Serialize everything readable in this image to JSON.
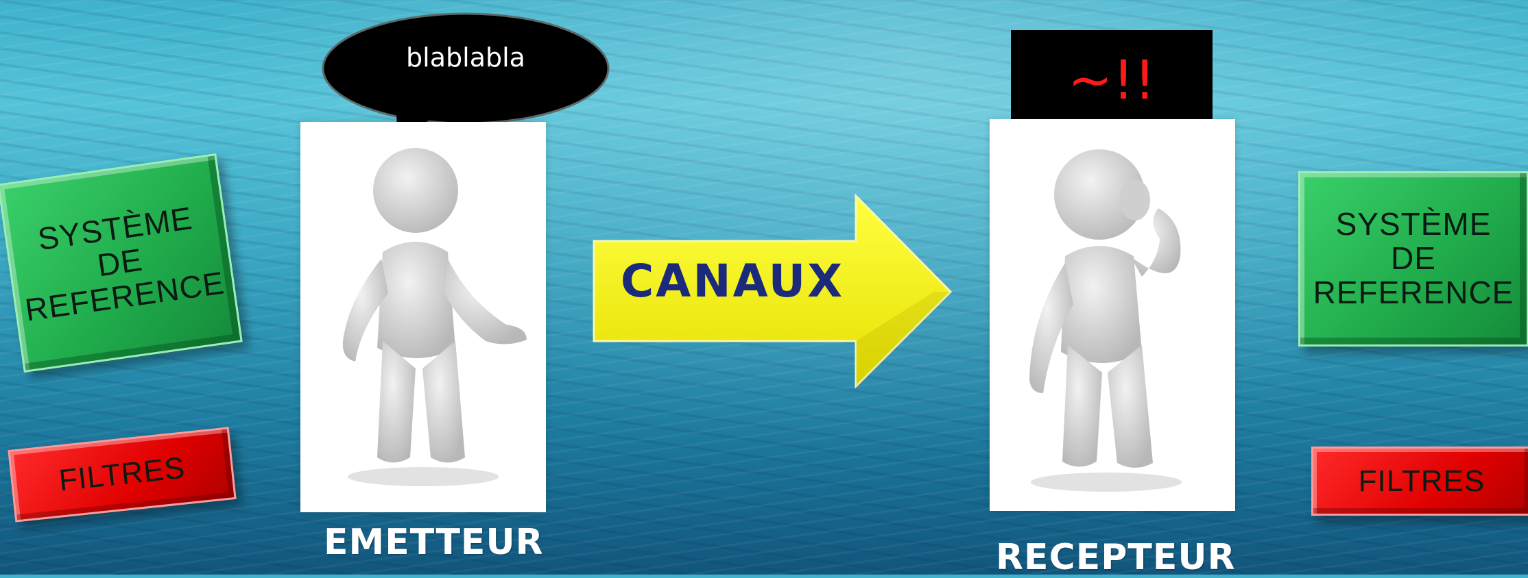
{
  "left": {
    "reference_box": "SYSTÈME\nDE\nREFERENCE",
    "filter_box": "FILTRES",
    "speech_bubble": "blablabla",
    "caption": "EMETTEUR"
  },
  "channel": {
    "label": "CANAUX"
  },
  "right": {
    "reaction": "~!!",
    "reference_box": "SYSTÈME\nDE\nREFERENCE",
    "filter_box": "FILTRES",
    "caption": "RECEPTEUR"
  },
  "colors": {
    "reference_box": "#1fa94a",
    "filter_box": "#e00000",
    "arrow": "#f5f012",
    "arrow_text": "#1b2a7a",
    "reaction_text": "#ff1a1a"
  }
}
